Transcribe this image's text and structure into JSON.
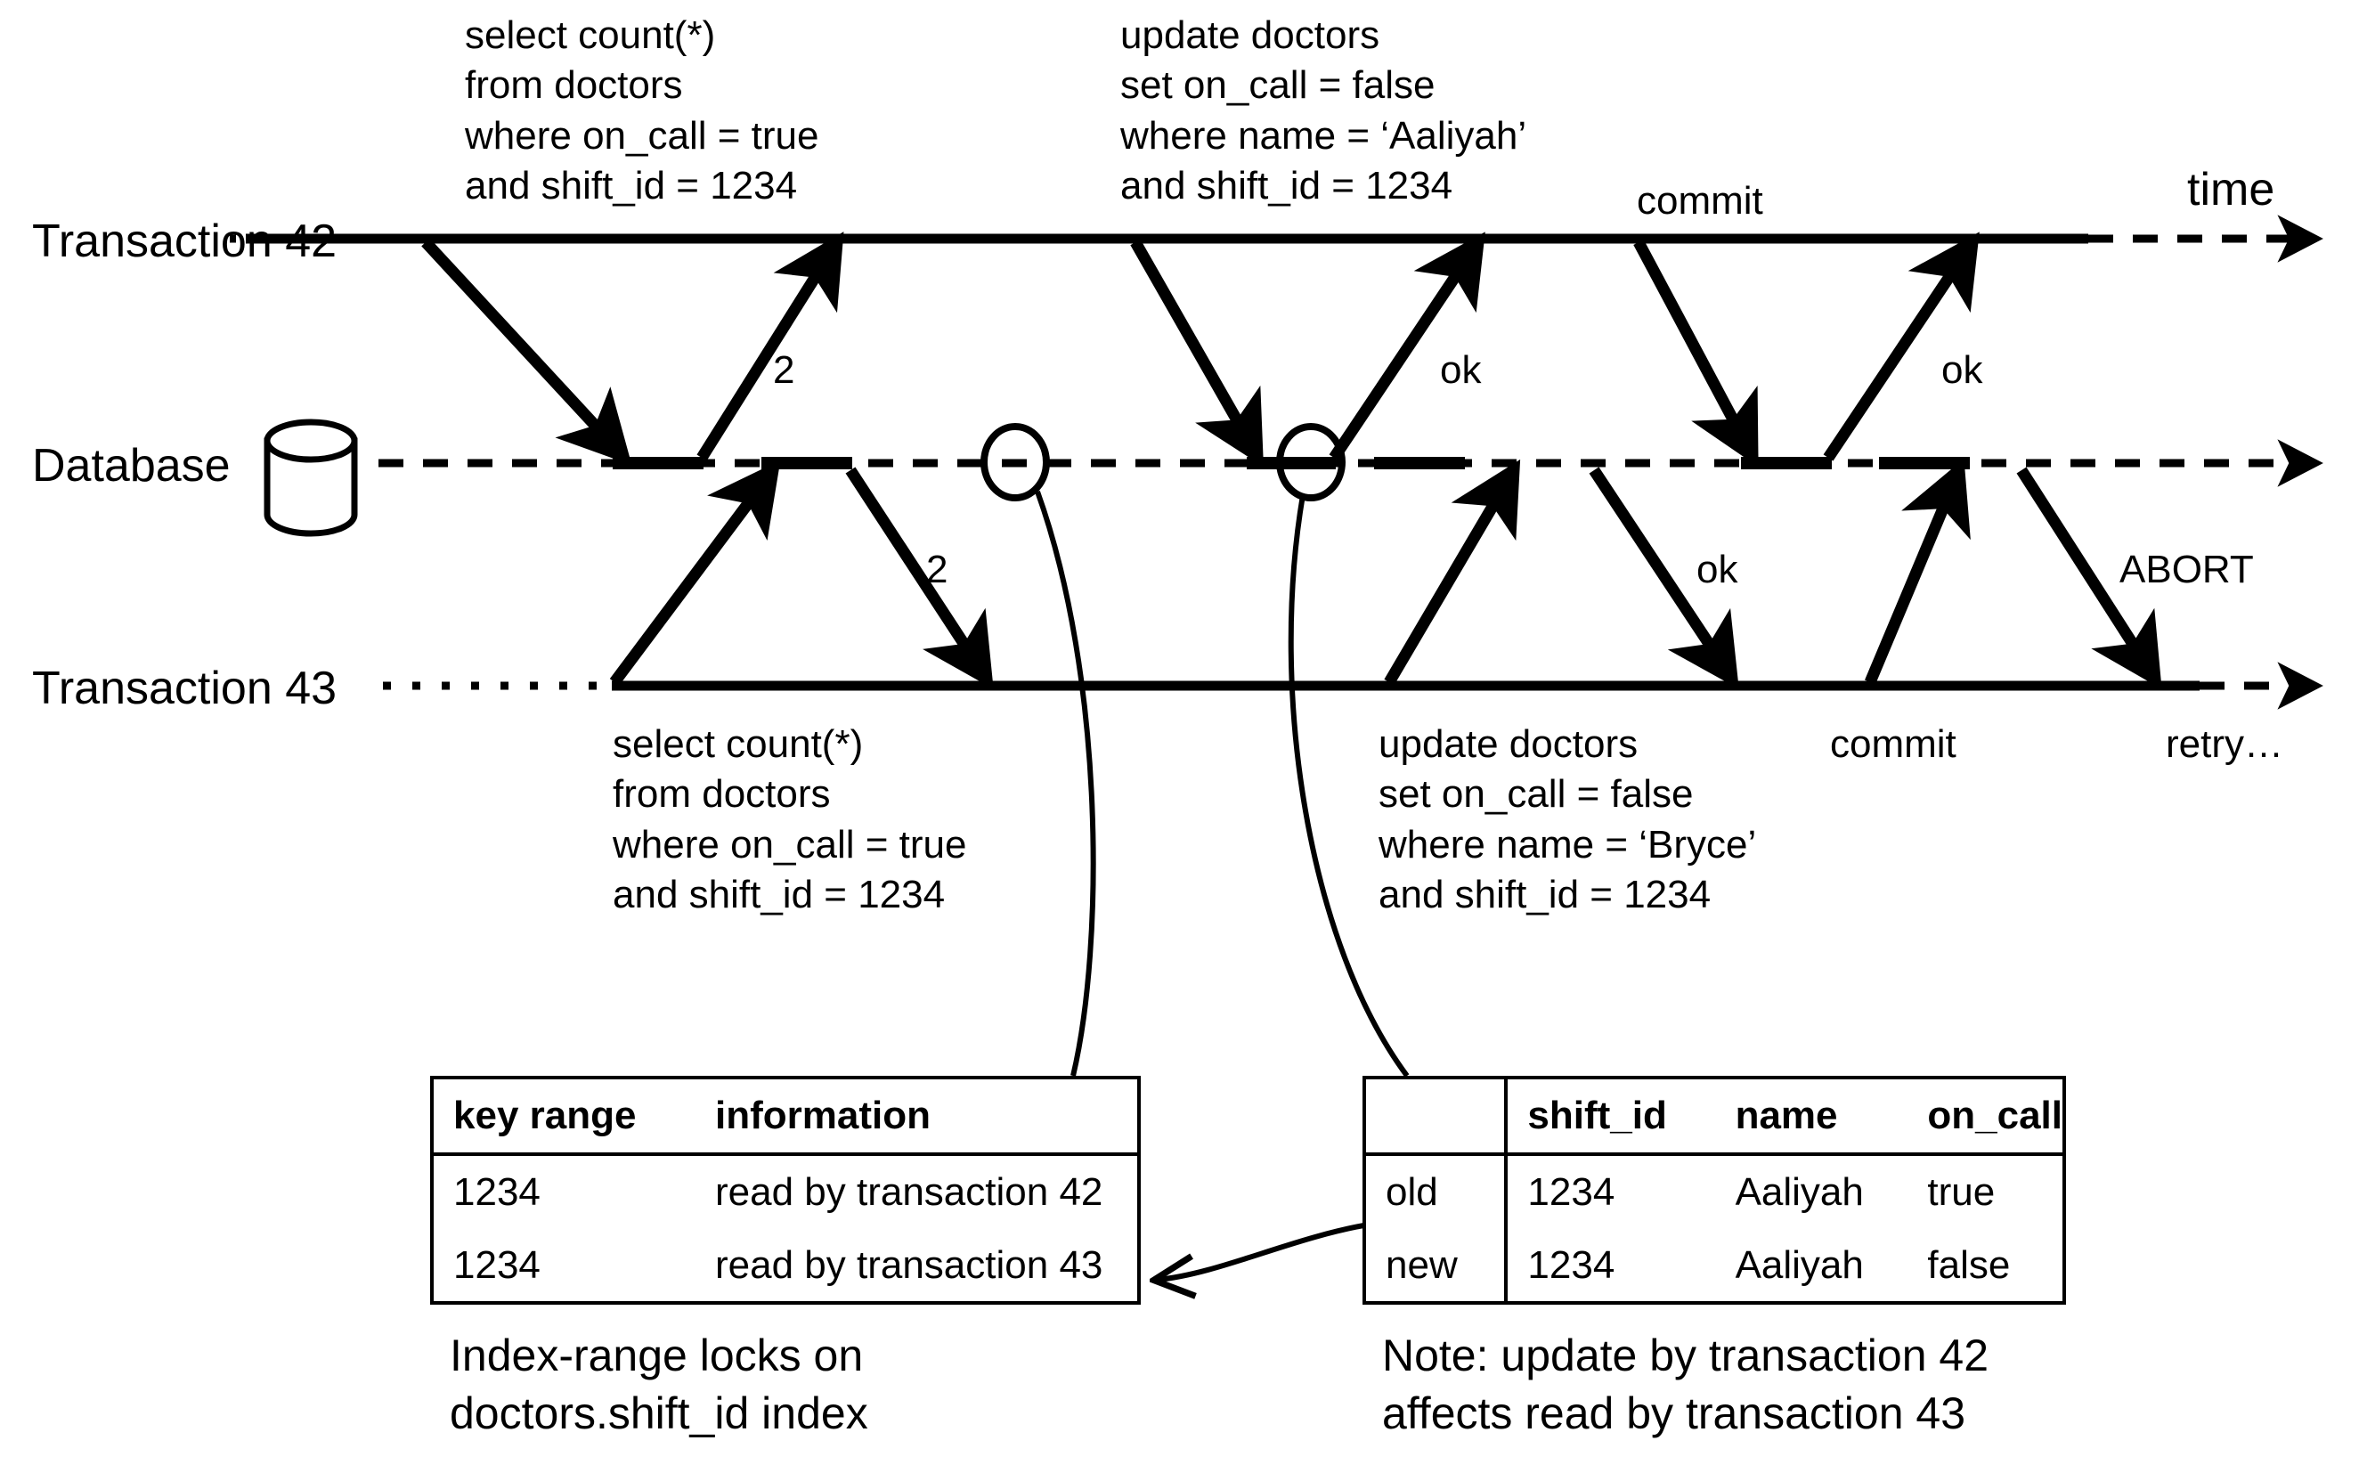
{
  "diagram": {
    "time_axis_label": "time",
    "lanes": [
      {
        "id": "txn42",
        "label": "Transaction 42"
      },
      {
        "id": "database",
        "label": "Database",
        "icon": "database-cylinder-icon"
      },
      {
        "id": "txn43",
        "label": "Transaction 43"
      }
    ],
    "txn42_statements": {
      "select": "select count(*)\nfrom doctors\nwhere on_call = true\nand shift_id = 1234",
      "update": "update doctors\nset on_call = false\nwhere name = ‘Aaliyah’\nand shift_id = 1234",
      "commit": "commit"
    },
    "txn43_statements": {
      "select": "select count(*)\nfrom doctors\nwhere on_call = true\nand shift_id = 1234",
      "update": "update doctors\nset on_call = false\nwhere name = ‘Bryce’\nand shift_id = 1234",
      "commit": "commit",
      "retry": "retry…"
    },
    "arrow_labels": {
      "t42_select_result": "2",
      "t42_update_result": "ok",
      "t42_commit_result": "ok",
      "t43_select_result": "2",
      "t43_update_result": "ok",
      "t43_commit_result": "ABORT"
    }
  },
  "lock_table": {
    "headers": [
      "key range",
      "information"
    ],
    "rows": [
      [
        "1234",
        "read by transaction 42"
      ],
      [
        "1234",
        "read by transaction 43"
      ]
    ],
    "caption": "Index-range locks on\ndoctors.shift_id index"
  },
  "row_table": {
    "headers": [
      "",
      "shift_id",
      "name",
      "on_call"
    ],
    "rows": [
      [
        "old",
        "1234",
        "Aaliyah",
        "true"
      ],
      [
        "new",
        "1234",
        "Aaliyah",
        "false"
      ]
    ],
    "caption": "Note: update by transaction 42\naffects read by transaction 43"
  },
  "colors": {
    "stroke": "#000000",
    "background": "#ffffff"
  }
}
